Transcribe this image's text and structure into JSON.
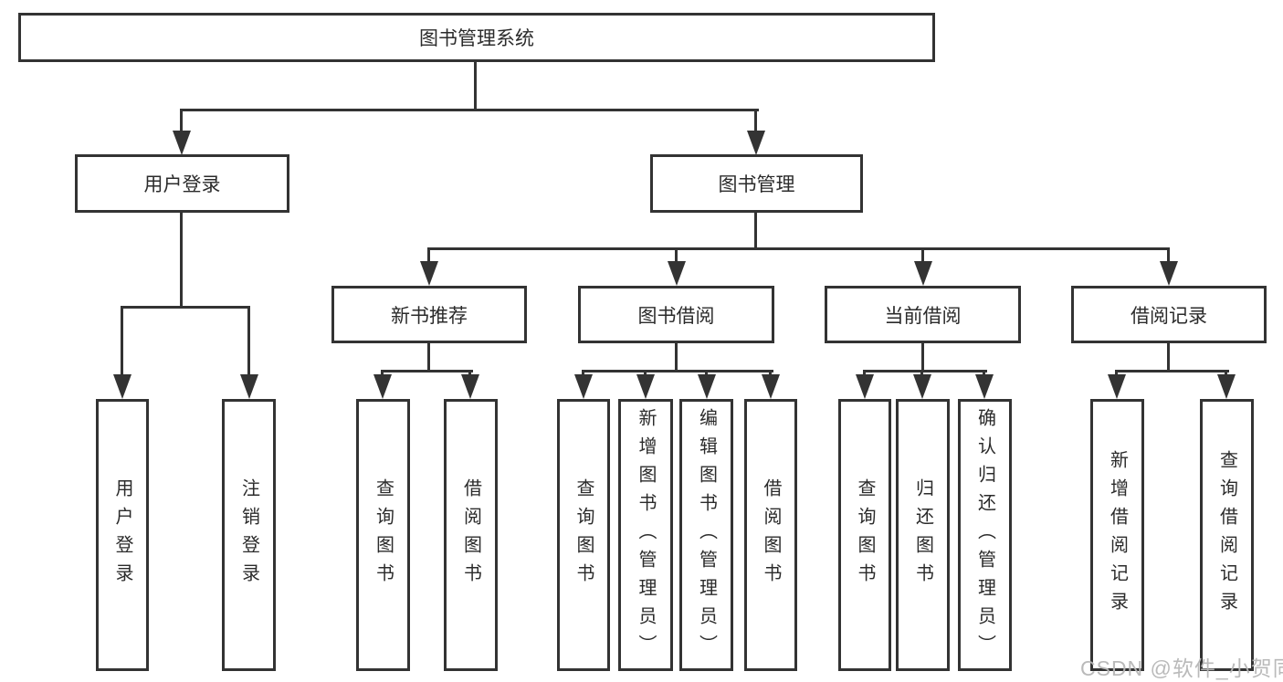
{
  "diagram": {
    "title": "图书管理系统",
    "root": {
      "label": "图书管理系统"
    },
    "level2": [
      {
        "label": "用户登录"
      },
      {
        "label": "图书管理"
      }
    ],
    "level3": [
      {
        "label": "新书推荐"
      },
      {
        "label": "图书借阅"
      },
      {
        "label": "当前借阅"
      },
      {
        "label": "借阅记录"
      }
    ],
    "leaves": [
      {
        "label": "用户登录"
      },
      {
        "label": "注销登录"
      },
      {
        "label": "查询图书"
      },
      {
        "label": "借阅图书"
      },
      {
        "label": "查询图书"
      },
      {
        "label": "新增图书（管理员）"
      },
      {
        "label": "编辑图书（管理员）"
      },
      {
        "label": "借阅图书"
      },
      {
        "label": "查询图书"
      },
      {
        "label": "归还图书"
      },
      {
        "label": "确认归还（管理员）"
      },
      {
        "label": "新增借阅记录"
      },
      {
        "label": "查询借阅记录"
      }
    ]
  },
  "colors": {
    "line": "#333333",
    "box_background": "#ffffff",
    "text": "#2b2b2b",
    "watermark": "#b6b6b6"
  },
  "watermark": {
    "text": "CSDN @软件_小贺同学"
  }
}
